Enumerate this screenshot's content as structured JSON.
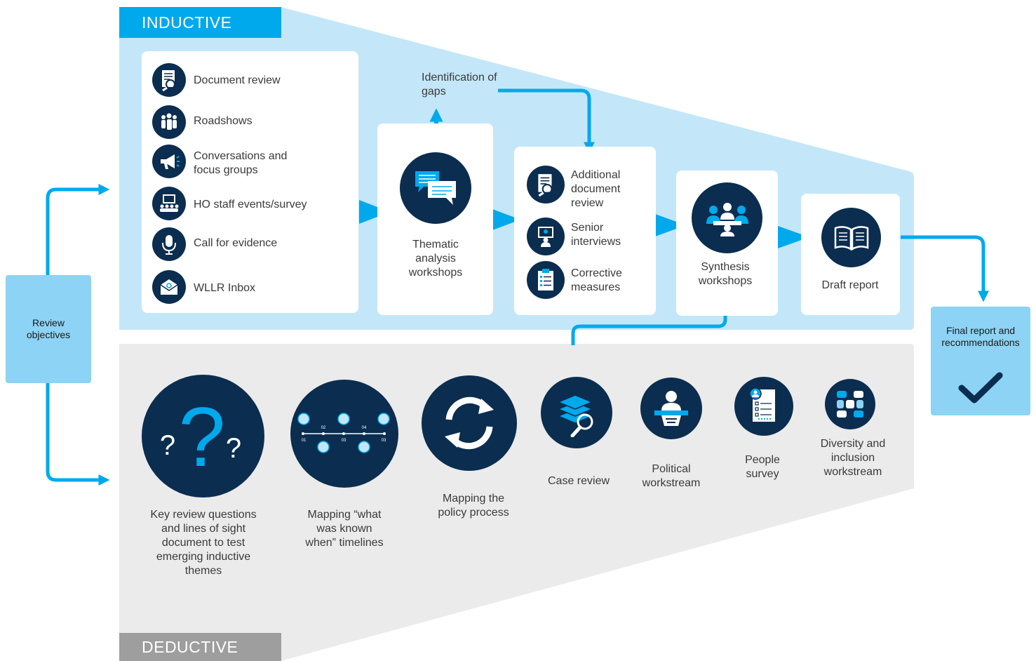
{
  "inductive_label": "INDUCTIVE",
  "deductive_label": "DEDUCTIVE",
  "review_objectives": "Review objectives",
  "final_report": "Final report and recommendations",
  "evidence_sources": [
    {
      "label": "Document review",
      "icon": "document-review-icon"
    },
    {
      "label": "Roadshows",
      "icon": "people-group-icon"
    },
    {
      "label": "Conversations and focus groups",
      "icon": "megaphone-icon"
    },
    {
      "label": "HO staff events/survey",
      "icon": "audience-screen-icon"
    },
    {
      "label": "Call for evidence",
      "icon": "microphone-icon"
    },
    {
      "label": "WLLR Inbox",
      "icon": "email-icon"
    }
  ],
  "thematic": "Thematic analysis workshops",
  "identification_gaps": "Identification of gaps",
  "additional": [
    {
      "label": "Additional document review",
      "icon": "document-review-icon"
    },
    {
      "label": "Senior interviews",
      "icon": "interview-icon"
    },
    {
      "label": "Corrective measures",
      "icon": "clipboard-checklist-icon"
    }
  ],
  "synthesis": "Synthesis workshops",
  "draft_report": "Draft report",
  "deductive_items": [
    {
      "label": "Key review questions and lines of sight document to test emerging inductive themes",
      "icon": "question-marks-icon"
    },
    {
      "label": "Mapping “what was known when” timelines",
      "icon": "timeline-icon"
    },
    {
      "label": "Mapping the policy process",
      "icon": "cycle-arrows-icon"
    },
    {
      "label": "Case review",
      "icon": "books-magnifier-icon"
    },
    {
      "label": "Political workstream",
      "icon": "speaker-podium-icon"
    },
    {
      "label": "People survey",
      "icon": "survey-form-icon"
    },
    {
      "label": "Diversity and inclusion workstream",
      "icon": "diverse-hands-icon"
    }
  ],
  "timeline_ticks": {
    "top": [
      "02",
      "04"
    ],
    "bottom": [
      "01",
      "03",
      "03"
    ]
  },
  "colors": {
    "inductive_bg": "#c3e7f8",
    "deductive_bg": "#ebebeb",
    "accent": "#00a9ec",
    "navy": "#0b2d4f",
    "side_box": "#8dd3f5",
    "gray_tag": "#9e9e9e"
  }
}
